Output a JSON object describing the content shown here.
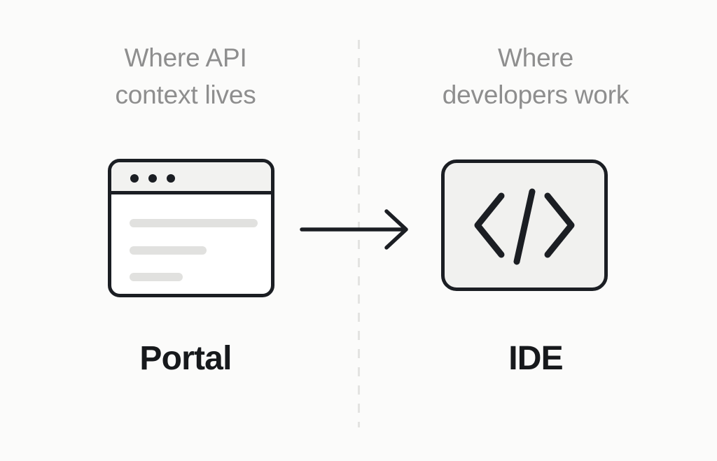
{
  "page": {
    "background_color": "#fbfbfa",
    "caption_color": "#8e8e8e",
    "label_color": "#17191c",
    "outline_color": "#1b1e23",
    "muted_fill_color": "#e1e1df",
    "divider_color": "#e3e3e1"
  },
  "left": {
    "caption": "Where API\ncontext lives",
    "label": "Portal",
    "icon_name": "browser-window-icon",
    "window": {
      "dots": 3,
      "content_lines": 3
    }
  },
  "connector": {
    "icon_name": "arrow-right-icon",
    "direction": "right"
  },
  "right": {
    "caption": "Where\ndevelopers work",
    "label": "IDE",
    "icon_name": "code-brackets-icon",
    "glyph": "</>"
  }
}
